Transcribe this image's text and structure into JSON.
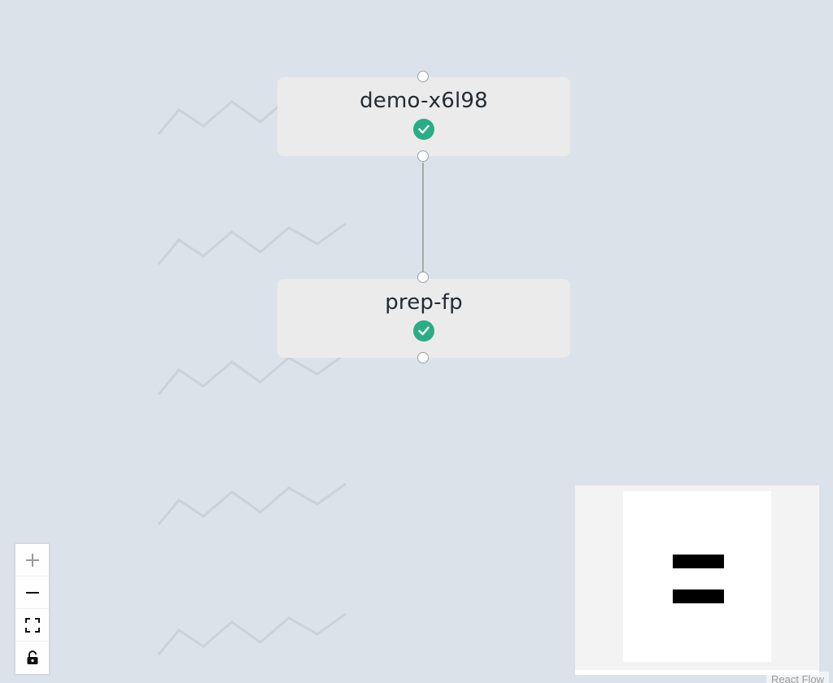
{
  "flow": {
    "nodes": [
      {
        "label": "demo-x6l98",
        "status": "succeeded"
      },
      {
        "label": "prep-fp",
        "status": "succeeded"
      }
    ],
    "edges": [
      {
        "from": "demo-x6l98",
        "to": "prep-fp"
      }
    ]
  },
  "controls": {
    "items": [
      {
        "icon": "zoom-in-icon",
        "title": "zoom in"
      },
      {
        "icon": "zoom-out-icon",
        "title": "zoom out"
      },
      {
        "icon": "fit-view-icon",
        "title": "fit view"
      },
      {
        "icon": "lock-icon",
        "title": "toggle interactivity"
      }
    ]
  },
  "attribution": {
    "label": "React Flow"
  },
  "colors": {
    "background": "#dce2e9",
    "node_background": "#ebebeb",
    "success": "#2aad86",
    "edge": "#a8a8a8"
  }
}
